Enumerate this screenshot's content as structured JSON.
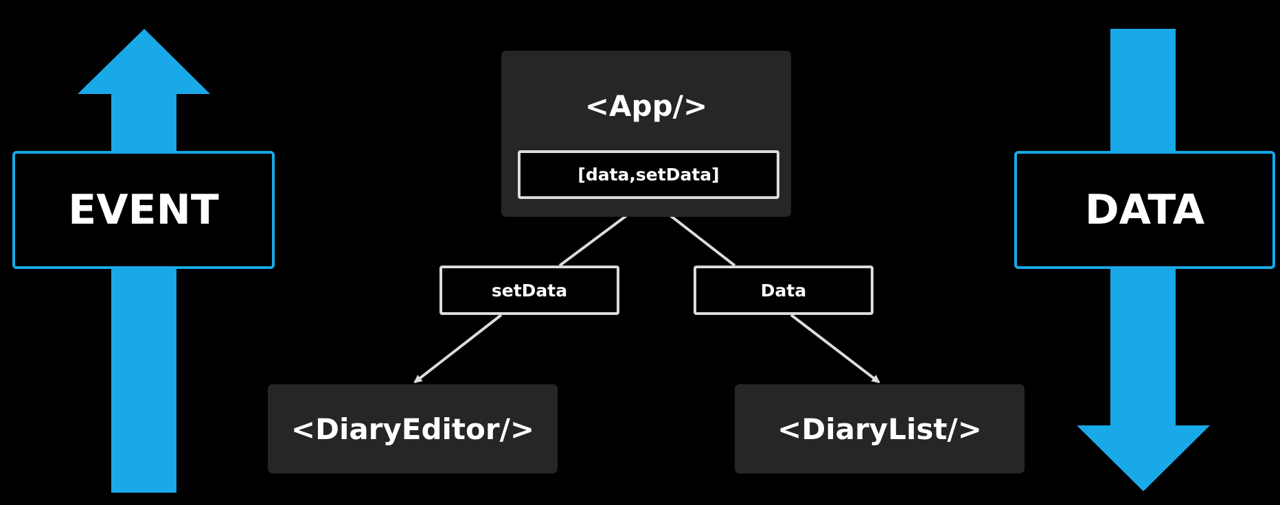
{
  "labels": {
    "event": "EVENT",
    "data": "DATA"
  },
  "nodes": {
    "app": "<App/>",
    "diary_editor": "<DiaryEditor/>",
    "diary_list": "<DiaryList/>"
  },
  "chips": {
    "state": "[data,setData]",
    "set_data": "setData",
    "data": "Data"
  },
  "colors": {
    "arrow": "#19a9e8",
    "node_background": "#262626",
    "connector": "#dcdcdc",
    "background": "#000000"
  },
  "flow": {
    "event_direction": "up",
    "data_direction": "down"
  }
}
